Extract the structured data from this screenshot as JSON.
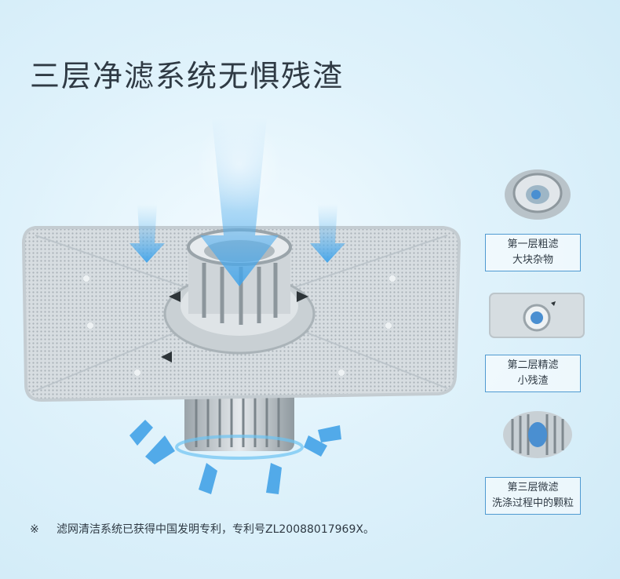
{
  "title": "三层净滤系统无惧残渣",
  "layers": [
    {
      "line1": "第一层粗滤",
      "line2": "大块杂物",
      "icon": "coarse-filter-cup"
    },
    {
      "line1": "第二层精滤",
      "line2": "小残渣",
      "icon": "fine-filter-plate"
    },
    {
      "line1": "第三层微滤",
      "line2": "洗涤过程中的颗粒",
      "icon": "micro-filter-cylinder"
    }
  ],
  "footnote": {
    "mark": "※",
    "text": "滤网清洁系统已获得中国发明专利，专利号ZL20088017969X。"
  },
  "colors": {
    "accent": "#4f9ad1",
    "title": "#2f3a44",
    "arrow": "#3a9ee6"
  }
}
